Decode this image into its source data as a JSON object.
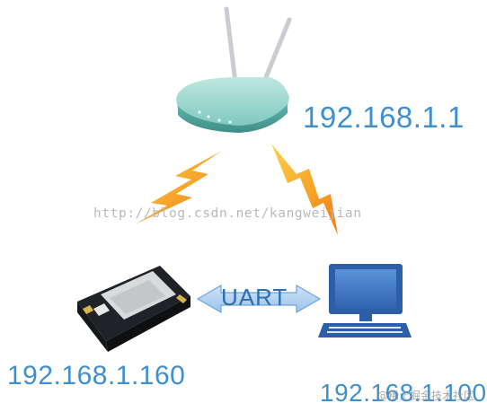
{
  "router": {
    "ip": "192.168.1.1"
  },
  "module": {
    "ip": "192.168.1.160"
  },
  "computer": {
    "ip": "192.168.1.100"
  },
  "link": {
    "label": "UART"
  },
  "watermark": "http://blog.csdn.net/kangweijian",
  "corner_watermark": "@稀土掘金技术社区",
  "colors": {
    "accent": "#3f8fcf",
    "bolt": "#f39a1c",
    "router_body": "#8fd1c9",
    "screen": "#3c79c9"
  }
}
